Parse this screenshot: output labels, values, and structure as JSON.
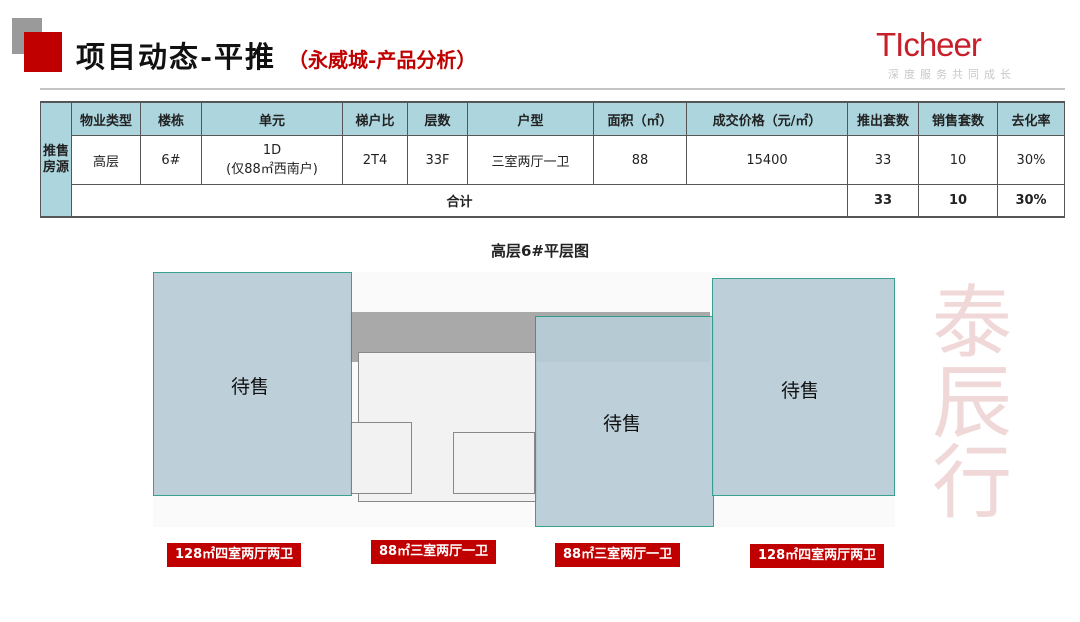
{
  "header": {
    "title": "项目动态-平推",
    "subtitle": "（永威城-产品分析）",
    "logo": "TIcheer",
    "slogan": "深度服务共同成长"
  },
  "table": {
    "side_label": "推售房源",
    "columns": [
      "物业类型",
      "楼栋",
      "单元",
      "梯户比",
      "层数",
      "户型",
      "面积（㎡）",
      "成交价格（元/㎡）",
      "推出套数",
      "销售套数",
      "去化率"
    ],
    "row": {
      "type": "高层",
      "building": "6#",
      "unit": "1D",
      "unit_note": "(仅88㎡西南户)",
      "ratio": "2T4",
      "floors": "33F",
      "layout": "三室两厅一卫",
      "area": "88",
      "price": "15400",
      "launched": "33",
      "sold": "10",
      "rate": "30%"
    },
    "total": {
      "label": "合计",
      "launched": "33",
      "sold": "10",
      "rate": "30%"
    }
  },
  "plan": {
    "title": "高层6#平层图",
    "status": [
      "待售",
      "待售",
      "待售"
    ],
    "tags": [
      "128㎡四室两厅两卫",
      "88㎡三室两厅一卫",
      "88㎡三室两厅一卫",
      "128㎡四室两厅两卫"
    ]
  },
  "watermark": "泰辰行",
  "colors": {
    "accent": "#c00000",
    "table_header": "#acd5de",
    "unit_for_sale": "#b8cdd8"
  }
}
